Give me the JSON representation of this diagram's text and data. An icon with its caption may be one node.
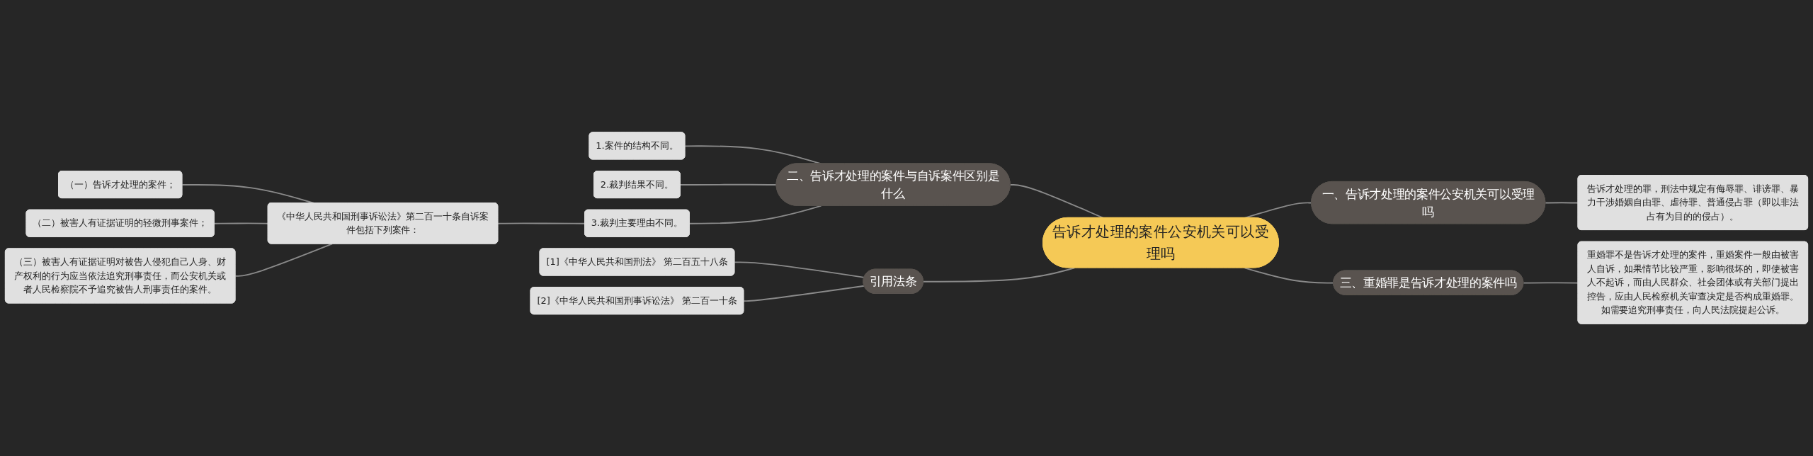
{
  "diagram": {
    "nodes": [
      {
        "text": [
          "告诉才处理的案件公安机关可以受理吗"
        ]
      },
      {
        "text": [
          "二、告诉才处理的案件与自诉案件区别是什么"
        ]
      },
      {
        "text": [
          "1.案件的结构不同。"
        ]
      },
      {
        "text": [
          "2.裁判结果不同。"
        ]
      },
      {
        "text": [
          "3.裁判主要理由不同。"
        ]
      },
      {
        "text": [
          "《中华人民共和国刑事诉讼法》第二百一十条自诉案件包括下列案件："
        ]
      },
      {
        "text": [
          "（一）告诉才处理的案件；"
        ]
      },
      {
        "text": [
          "（二）被害人有证据证明的轻微刑事案件；"
        ]
      },
      {
        "text": [
          "（三）被害人有证据证明对被告人侵犯自己人身、财产权利的行为应当依法追究刑事责任，而公安机关或者人民检察院不予追究被告人刑事责任的案件。"
        ]
      },
      {
        "text": [
          "引用法条"
        ]
      },
      {
        "text": [
          "[1]《中华人民共和国刑法》 第二百五十八条"
        ]
      },
      {
        "text": [
          "[2]《中华人民共和国刑事诉讼法》 第二百一十条"
        ]
      },
      {
        "text": [
          "一、告诉才处理的案件公安机关可以受理吗"
        ]
      },
      {
        "text": [
          "告诉才处理的罪，刑法中规定有侮辱罪、诽谤罪、暴力干涉婚姻自由罪、虐待罪、普通侵占罪（即以非法占有为目的的侵占）。"
        ]
      },
      {
        "text": [
          "三、重婚罪是告诉才处理的案件吗"
        ]
      },
      {
        "text": [
          "重婚罪不是告诉才处理的案件，重婚案件一般由被害人自诉，如果情节比较严重，影响很坏的，即使被害人不起诉，而由人民群众、社会团体或有关部门提出控告，应由人民检察机关审查决定是否构成重婚罪。如需要追究刑事责任，向人民法院提起公诉。"
        ]
      }
    ],
    "edges": [
      {
        "from": 1,
        "to": 0,
        "arrow": "none"
      },
      {
        "from": 2,
        "to": 1,
        "arrow": "none"
      },
      {
        "from": 3,
        "to": 1,
        "arrow": "none"
      },
      {
        "from": 4,
        "to": 1,
        "arrow": "none"
      },
      {
        "from": 5,
        "to": 4,
        "arrow": "none"
      },
      {
        "from": 6,
        "to": 5,
        "arrow": "none"
      },
      {
        "from": 7,
        "to": 5,
        "arrow": "none"
      },
      {
        "from": 8,
        "to": 5,
        "arrow": "none"
      },
      {
        "from": 9,
        "to": 0,
        "arrow": "none"
      },
      {
        "from": 10,
        "to": 9,
        "arrow": "none"
      },
      {
        "from": 11,
        "to": 9,
        "arrow": "none"
      },
      {
        "from": 0,
        "to": 12,
        "arrow": "none"
      },
      {
        "from": 12,
        "to": 13,
        "arrow": "none"
      },
      {
        "from": 0,
        "to": 14,
        "arrow": "none"
      },
      {
        "from": 14,
        "to": 15,
        "arrow": "none"
      }
    ]
  }
}
